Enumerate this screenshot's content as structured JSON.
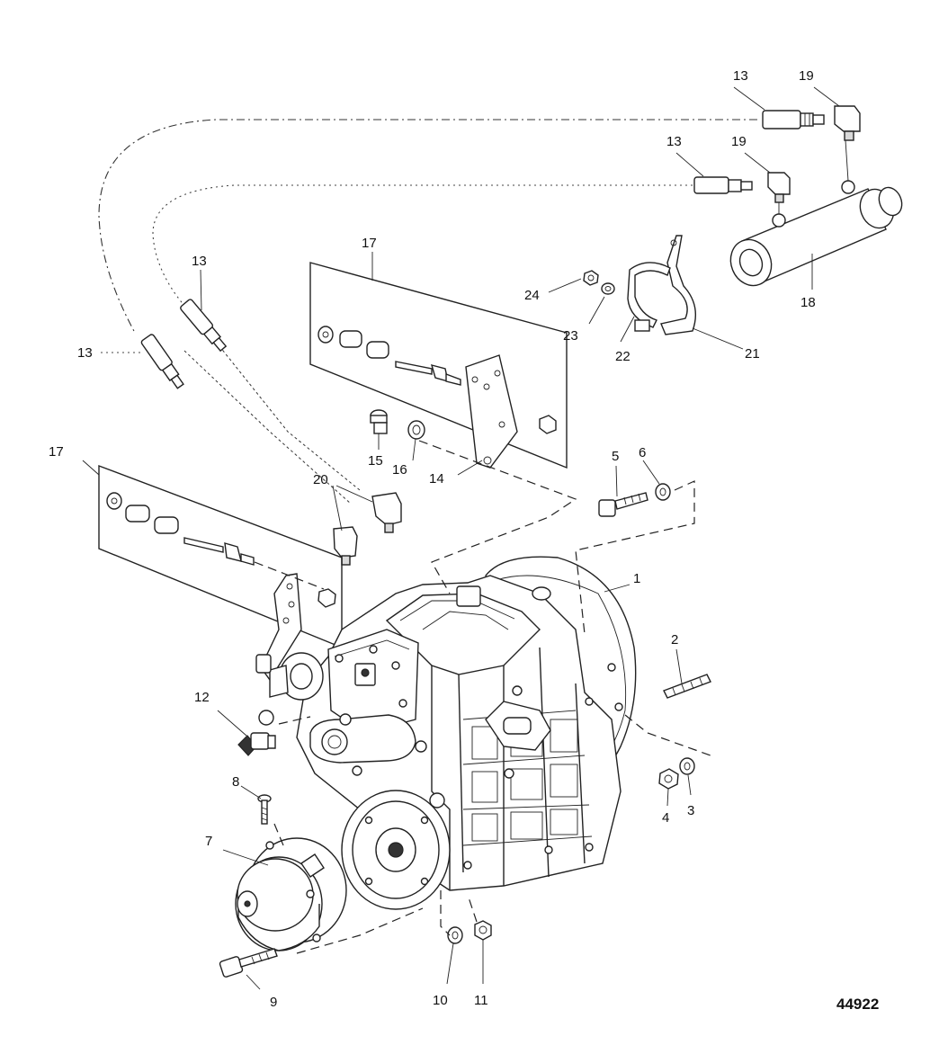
{
  "diagram": {
    "figure_number": "44922",
    "callouts": {
      "c1": "1",
      "c2": "2",
      "c3": "3",
      "c4": "4",
      "c5": "5",
      "c6": "6",
      "c7": "7",
      "c8": "8",
      "c9": "9",
      "c10": "10",
      "c11": "11",
      "c12": "12",
      "c13a": "13",
      "c13b": "13",
      "c13c": "13",
      "c13d": "13",
      "c14": "14",
      "c15": "15",
      "c16": "16",
      "c17a": "17",
      "c17b": "17",
      "c18": "18",
      "c19a": "19",
      "c19b": "19",
      "c20": "20",
      "c21": "21",
      "c22": "22",
      "c23": "23",
      "c24": "24"
    }
  }
}
